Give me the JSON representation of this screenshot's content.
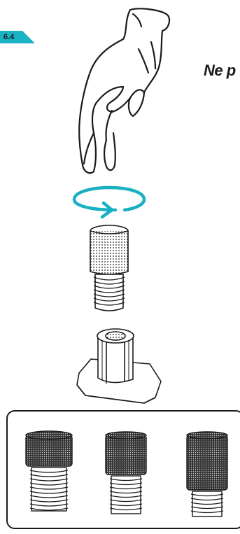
{
  "step": {
    "label": "6.4",
    "badge_color": "#1bb3c4"
  },
  "caption": {
    "text": "Ne p"
  },
  "rotation_arrow_color": "#19b1c2",
  "icons": [
    "hand-icon",
    "rotate-arrow-icon",
    "knurled-screw-icon",
    "threaded-insert-icon"
  ],
  "panel": {
    "variants": [
      "short-screw-variant",
      "medium-screw-variant",
      "long-screw-variant"
    ]
  }
}
